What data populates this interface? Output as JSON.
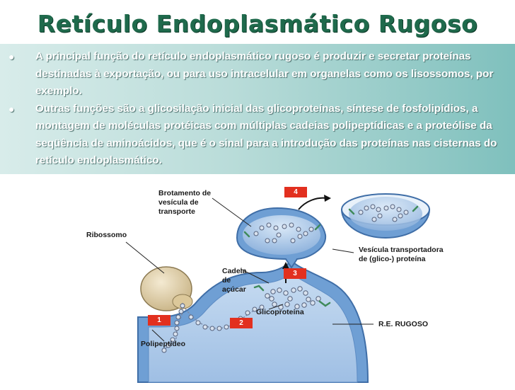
{
  "title": "Retículo Endoplasmático Rugoso",
  "bullets": [
    "A principal função do retículo endoplasmático rugoso é produzir e secretar proteínas destinadas à exportação, ou para uso intracelular em organelas como os lisossomos, por exemplo.",
    "Outras funções são a glicosilação inicial das glicoproteínas, síntese de fosfolipídios, a montagem de moléculas protéicas com múltiplas cadeias polipeptídicas e a proteólise da seqüência de aminoácidos, que é o sinal para a introdução das proteínas nas cisternas do retículo endoplasmático."
  ],
  "diagram": {
    "labels": {
      "brotamento": [
        "Brotamento de",
        "vesícula de",
        "transporte"
      ],
      "ribossomo": "Ribossomo",
      "vesicula": [
        "Vesícula transportadora",
        "de (glico-) proteína"
      ],
      "cadeia": [
        "Cadeia",
        "de",
        "açúcar"
      ],
      "glicoproteina": "Glicoproteína",
      "rer": "R.E. RUGOSO",
      "polipeptideo": "Polipeptídeo"
    },
    "steps": [
      "1",
      "2",
      "3",
      "4"
    ]
  },
  "colors": {
    "title": "#1f6a4c",
    "banner_start": "#d8ecea",
    "banner_end": "#7fc0bd",
    "membrane": "#6f9fd4",
    "lumen": "#aecbeb",
    "ribosome": "#e5d3a8",
    "chain": "#7a8aa8",
    "sugar": "#3f8a5a",
    "step_badge": "#e2301f"
  }
}
